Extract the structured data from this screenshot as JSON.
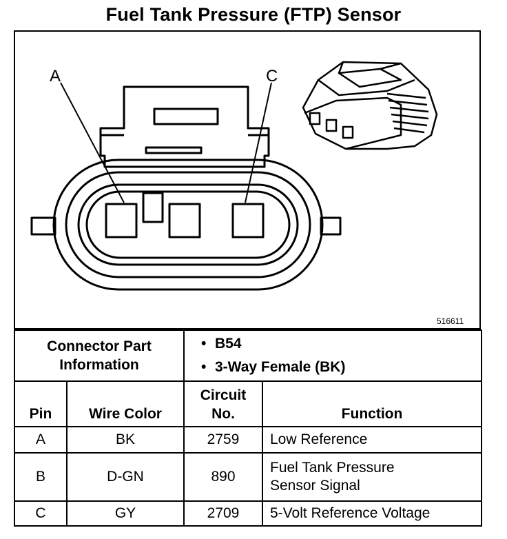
{
  "title": "Fuel Tank Pressure (FTP) Sensor",
  "figure": {
    "callout_a": "A",
    "callout_c": "C",
    "figure_number": "516611"
  },
  "connector_info": {
    "label_line1": "Connector Part",
    "label_line2": "Information",
    "items": [
      "B54",
      "3-Way Female (BK)"
    ]
  },
  "table": {
    "headers": {
      "pin": "Pin",
      "wire_color": "Wire Color",
      "circuit_line1": "Circuit",
      "circuit_line2": "No.",
      "function": "Function"
    },
    "rows": [
      {
        "pin": "A",
        "wire_color": "BK",
        "circuit": "2759",
        "function": [
          "Low Reference"
        ]
      },
      {
        "pin": "B",
        "wire_color": "D-GN",
        "circuit": "890",
        "function": [
          "Fuel Tank Pressure",
          "Sensor Signal"
        ]
      },
      {
        "pin": "C",
        "wire_color": "GY",
        "circuit": "2709",
        "function": [
          "5-Volt Reference Voltage"
        ]
      }
    ]
  }
}
